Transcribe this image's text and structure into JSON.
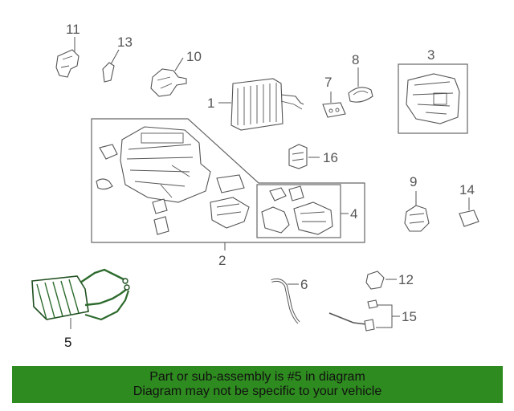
{
  "diagram": {
    "callouts": [
      "1",
      "2",
      "3",
      "4",
      "5",
      "6",
      "7",
      "8",
      "9",
      "10",
      "11",
      "12",
      "13",
      "14",
      "15",
      "16"
    ],
    "highlight_part": "5",
    "highlight_color": "#2e6b2e",
    "line_color": "#555555"
  },
  "banner": {
    "line1": "Part or sub-assembly is #5 in diagram",
    "line2": "Diagram may not be specific to your vehicle",
    "background": "#2e8b1f"
  }
}
